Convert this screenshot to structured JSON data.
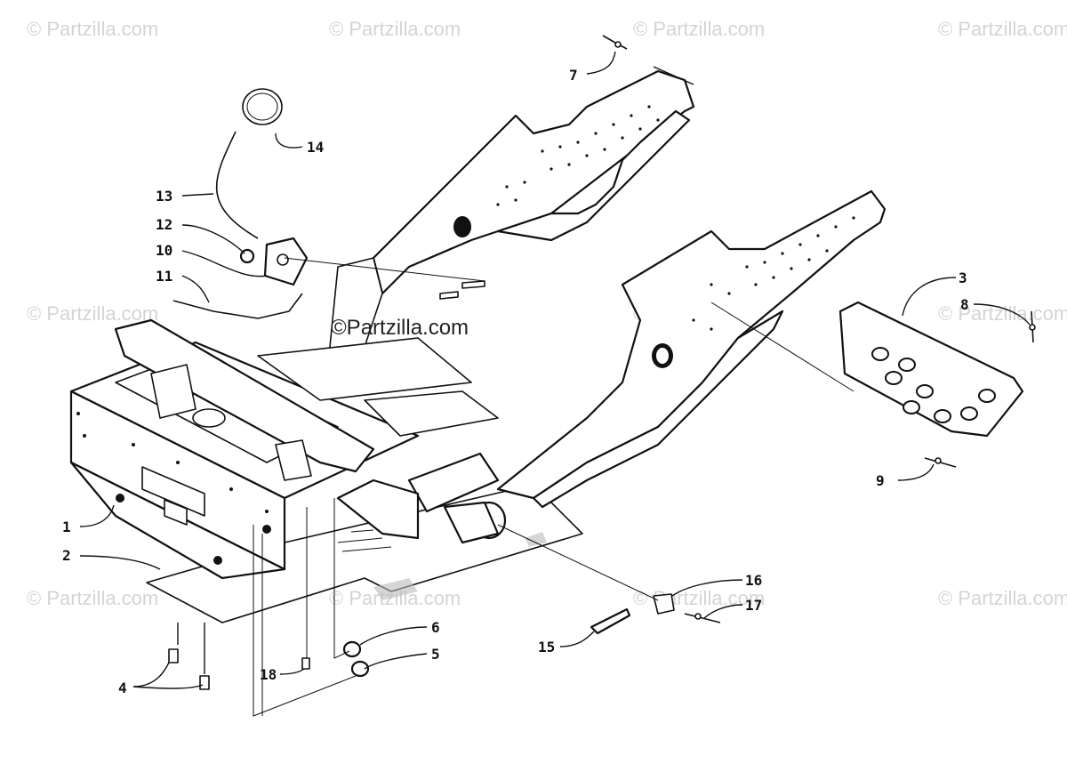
{
  "watermark": {
    "text": "© Partzilla.com",
    "center_text": "©Partzilla.com"
  },
  "callouts": {
    "c1": "1",
    "c2": "2",
    "c3": "3",
    "c4": "4",
    "c5": "5",
    "c6": "6",
    "c7": "7",
    "c8": "8",
    "c9": "9",
    "c10": "10",
    "c11": "11",
    "c12": "12",
    "c13": "13",
    "c14": "14",
    "c15": "15",
    "c16": "16",
    "c17": "17",
    "c18": "18"
  }
}
